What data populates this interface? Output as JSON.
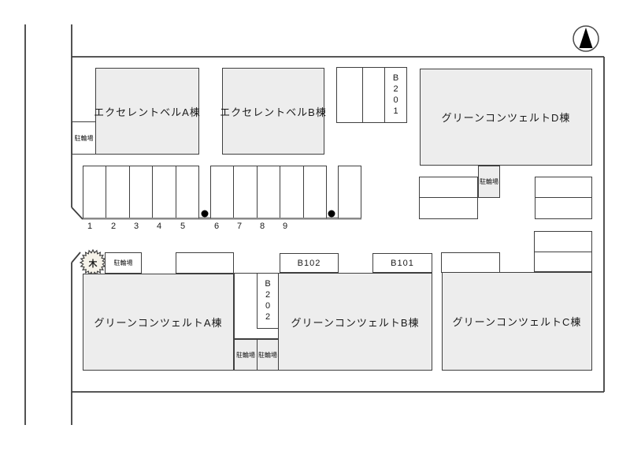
{
  "buildings": {
    "excellent_bell_a": "エクセレントベルA棟",
    "excellent_bell_b": "エクセレントベルB棟",
    "green_concert_d": "グリーンコンツェルトD棟",
    "green_concert_a": "グリーンコンツェルトA棟",
    "green_concert_b": "グリーンコンツェルトB棟",
    "green_concert_c": "グリーンコンツェルトC棟"
  },
  "units": {
    "b201": "B201",
    "b202": "B202",
    "b102": "B102",
    "b101": "B101"
  },
  "labels": {
    "bicycle_parking": "駐輪場",
    "tree": "木"
  },
  "parking": {
    "numbers": [
      "1",
      "2",
      "3",
      "4",
      "5",
      "6",
      "7",
      "8",
      "9"
    ]
  },
  "colors": {
    "building_fill": "#ededed",
    "line": "#3f3f3f",
    "background": "#ffffff"
  }
}
